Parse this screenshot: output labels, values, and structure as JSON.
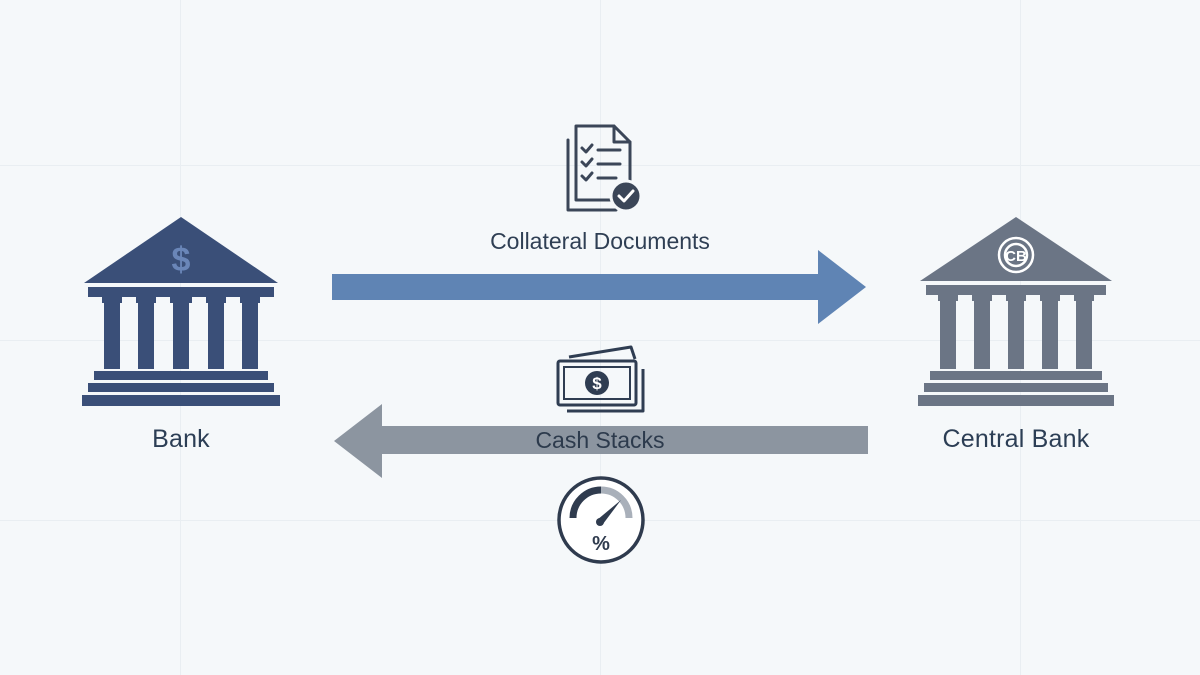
{
  "diagram": {
    "left_node": {
      "label": "Bank",
      "icon": "bank-dollar-icon",
      "color": "#3a4f78"
    },
    "right_node": {
      "label": "Central Bank",
      "icon": "central-bank-icon",
      "color": "#6b7585"
    },
    "top_flow": {
      "label": "Collateral Documents",
      "icon": "document-checklist-icon",
      "arrow_color": "#5f84b4",
      "direction": "left-to-right"
    },
    "bottom_flow": {
      "label": "Cash Stacks",
      "icon": "cash-stack-icon",
      "arrow_color": "#8c95a0",
      "direction": "right-to-left"
    },
    "rate_gauge": {
      "icon": "interest-rate-gauge-icon",
      "symbol": "%"
    }
  }
}
